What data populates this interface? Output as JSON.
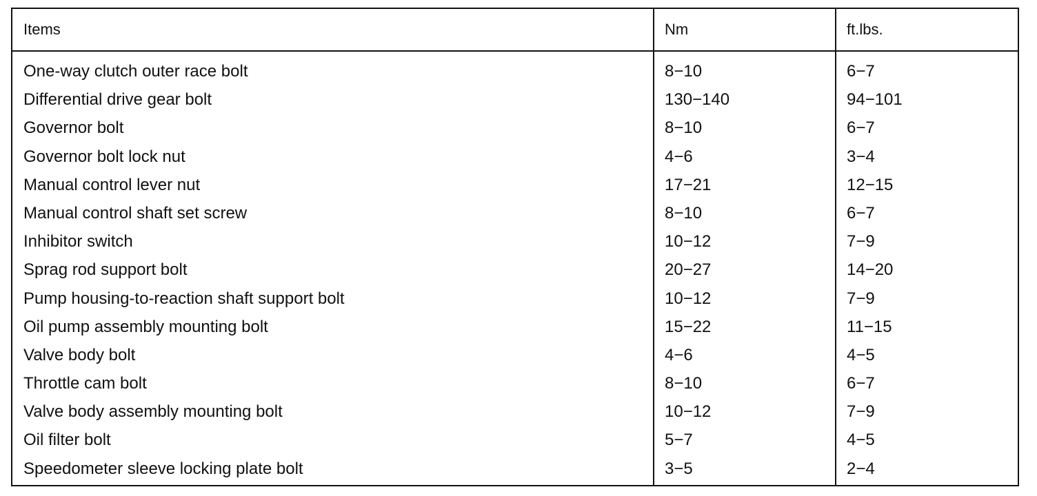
{
  "table": {
    "headers": {
      "items": "Items",
      "nm": "Nm",
      "ftlbs": "ft.lbs."
    },
    "rows": [
      {
        "item": "One-way clutch outer race bolt",
        "nm": "8−10",
        "ftlbs": "6−7"
      },
      {
        "item": "Differential drive gear bolt",
        "nm": "130−140",
        "ftlbs": "94−101"
      },
      {
        "item": "Governor bolt",
        "nm": "8−10",
        "ftlbs": "6−7"
      },
      {
        "item": "Governor bolt lock nut",
        "nm": "4−6",
        "ftlbs": "3−4"
      },
      {
        "item": "Manual control lever nut",
        "nm": "17−21",
        "ftlbs": "12−15"
      },
      {
        "item": "Manual control shaft set screw",
        "nm": "8−10",
        "ftlbs": "6−7"
      },
      {
        "item": "Inhibitor switch",
        "nm": "10−12",
        "ftlbs": "7−9"
      },
      {
        "item": "Sprag rod support bolt",
        "nm": "20−27",
        "ftlbs": "14−20"
      },
      {
        "item": "Pump housing-to-reaction shaft support bolt",
        "nm": "10−12",
        "ftlbs": "7−9"
      },
      {
        "item": "Oil pump assembly mounting bolt",
        "nm": "15−22",
        "ftlbs": "11−15"
      },
      {
        "item": "Valve body bolt",
        "nm": "4−6",
        "ftlbs": "4−5"
      },
      {
        "item": "Throttle cam bolt",
        "nm": "8−10",
        "ftlbs": "6−7"
      },
      {
        "item": "Valve body assembly mounting bolt",
        "nm": "10−12",
        "ftlbs": "7−9"
      },
      {
        "item": "Oil filter bolt",
        "nm": "5−7",
        "ftlbs": "4−5"
      },
      {
        "item": "Speedometer sleeve locking plate bolt",
        "nm": "3−5",
        "ftlbs": "2−4"
      }
    ]
  }
}
